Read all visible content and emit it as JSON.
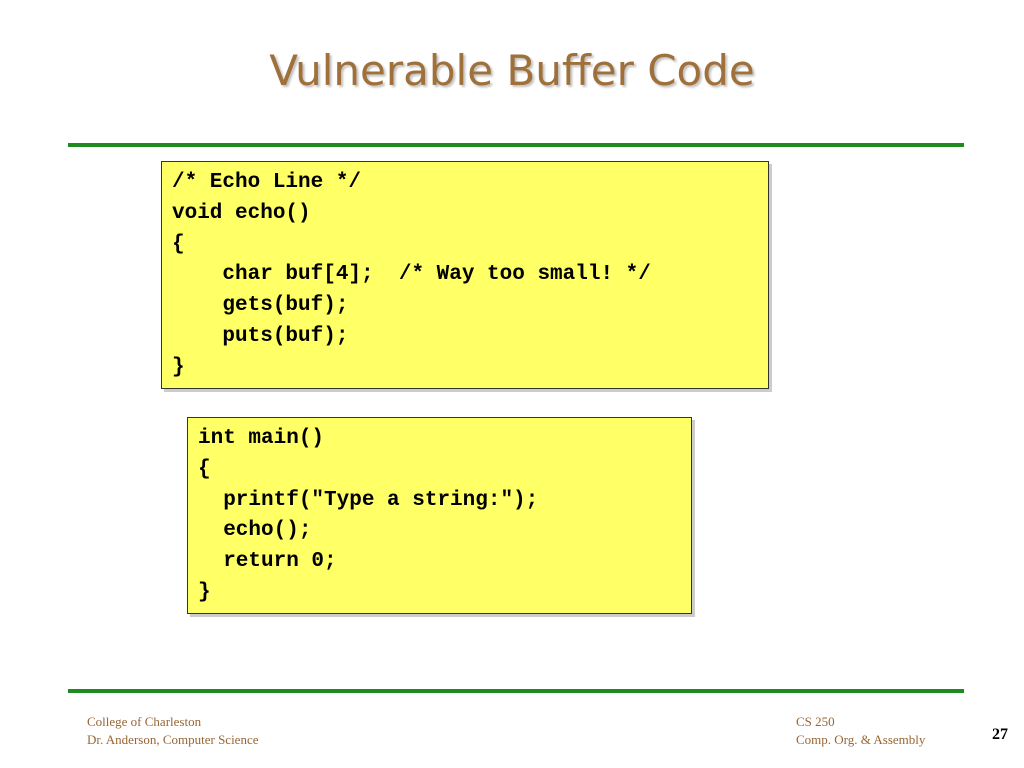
{
  "slide": {
    "title": "Vulnerable Buffer Code",
    "page_number": "27",
    "colors": {
      "title": "#a0703a",
      "rule": "#1f8a1f",
      "code_bg": "#ffff66",
      "footer": "#996633"
    }
  },
  "code_blocks": [
    {
      "lines": [
        "/* Echo Line */",
        "void echo()",
        "{",
        "    char buf[4];  /* Way too small! */",
        "    gets(buf);",
        "    puts(buf);",
        "}"
      ]
    },
    {
      "lines": [
        "int main()",
        "{",
        "  printf(\"Type a string:\");",
        "  echo();",
        "  return 0;",
        "}"
      ]
    }
  ],
  "footer": {
    "left_line1": "College of Charleston",
    "left_line2": "Dr. Anderson, Computer Science",
    "right_line1": "CS 250",
    "right_line2": "Comp. Org. & Assembly"
  }
}
